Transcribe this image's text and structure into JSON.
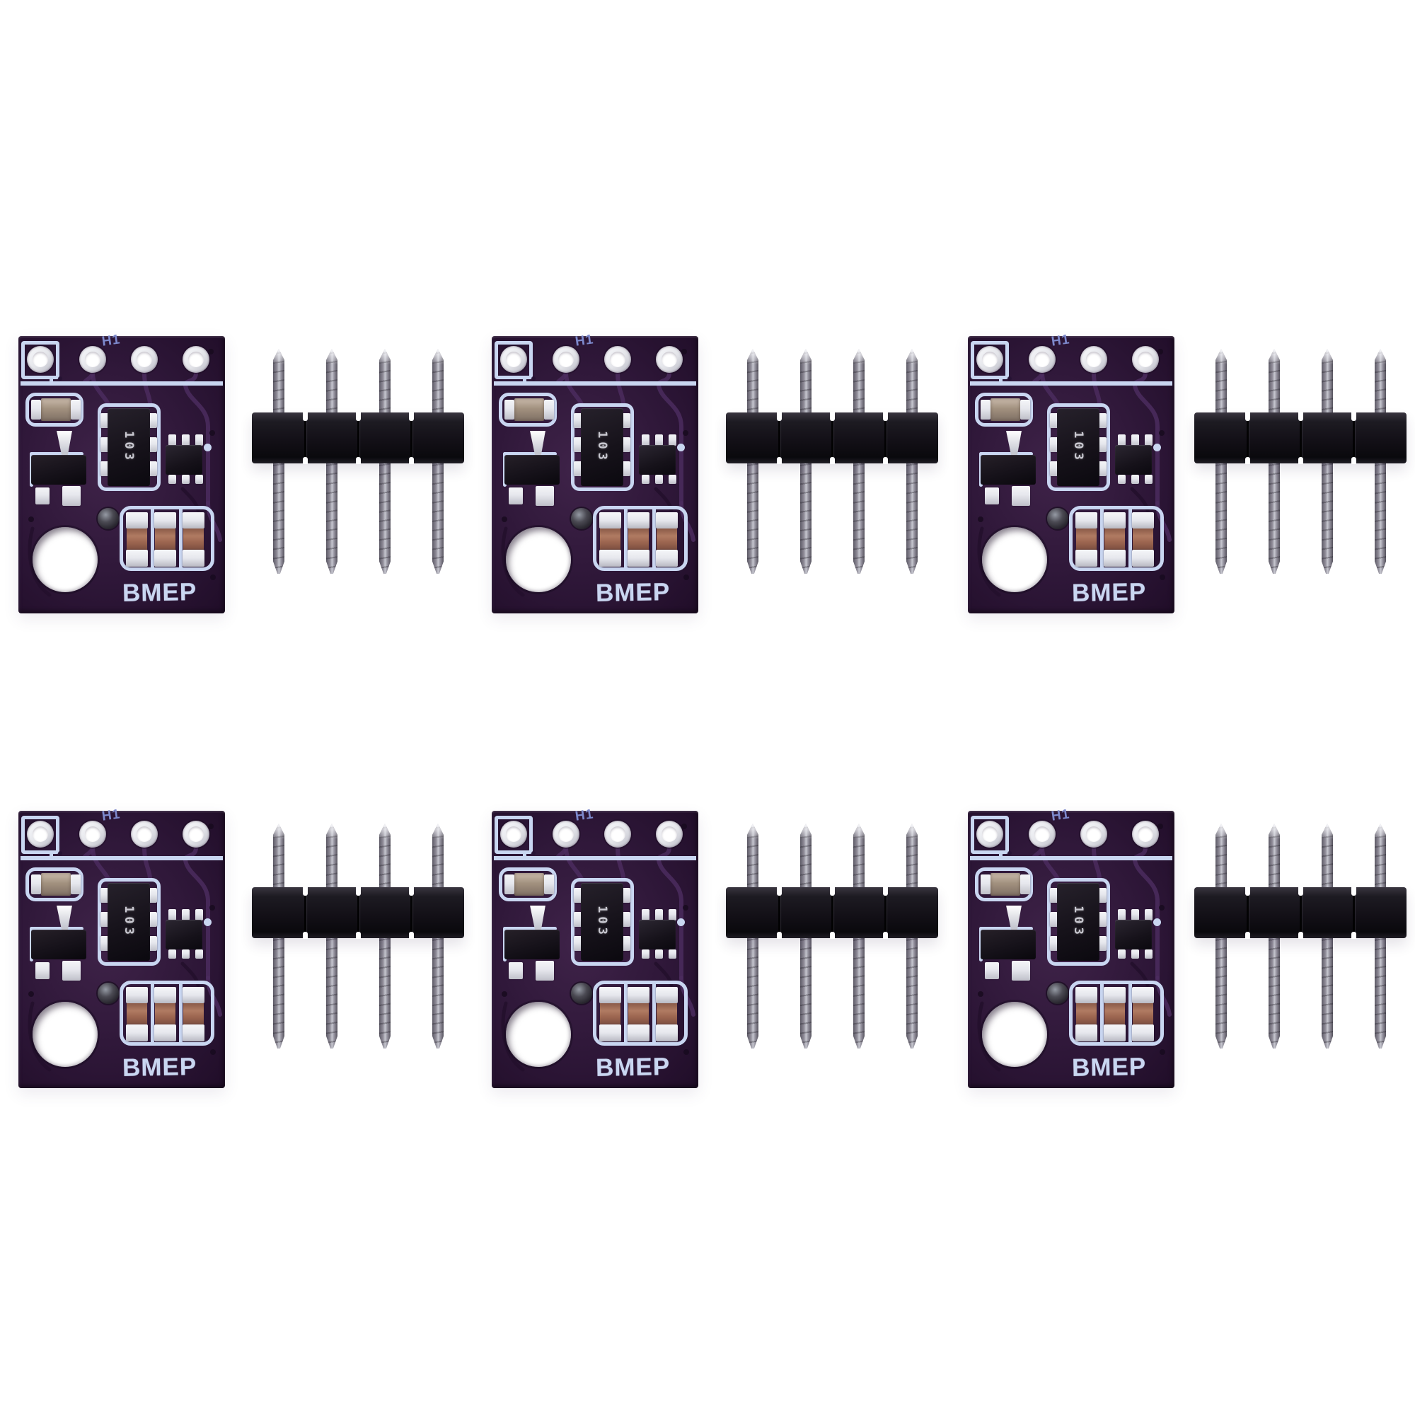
{
  "scene": {
    "background_color": "#ffffff",
    "module_count": 6,
    "grid": {
      "rows": 2,
      "columns": 3
    }
  },
  "board": {
    "silkscreen_title": "BMEP",
    "header_ref_label": "H1",
    "chip_marking": "103",
    "pin_hole_count": 4,
    "colors": {
      "pcb": "#2d1637",
      "pcb_light": "#3f2349",
      "pcb_dark": "#200d28",
      "silkscreen": "#c9d6f1",
      "trace": "#4b2c5e",
      "hole_ring": "#e3e4e9",
      "hole_center": "#ffffff",
      "ic_body": "#16121a",
      "pad_silver": "#e6e7ed",
      "cap_tan": "#a2917f",
      "cap_brown": "#9e6751",
      "ref_label_blue": "#7d89cc"
    }
  },
  "pin_header": {
    "pin_count": 4,
    "colors": {
      "plastic": "#131017",
      "pin_light": "#c6c7cf",
      "pin_mid": "#928f9b",
      "pin_dark": "#5d5a66"
    }
  }
}
